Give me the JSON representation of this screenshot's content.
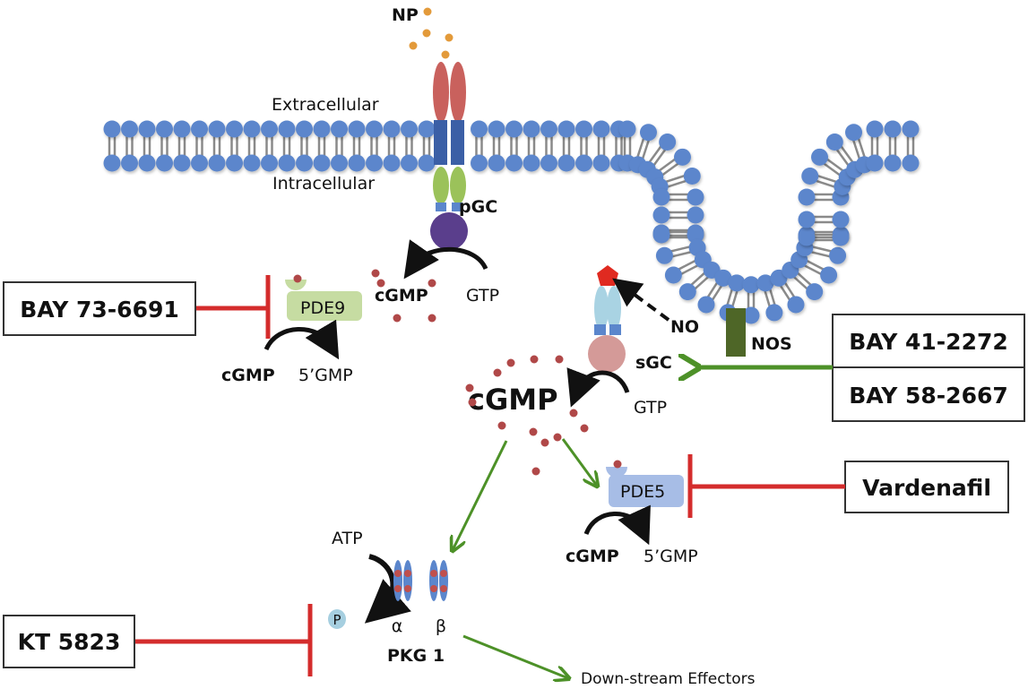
{
  "title": "cGMP signaling pathway and pharmacological modulators",
  "colors": {
    "lipid_head": "#5b86cc",
    "lipid_tail": "#8a8a8a",
    "np_ligand": "#e39a3a",
    "receptor_extracellular": "#c9615d",
    "receptor_transmembrane": "#3b5fa6",
    "receptor_intracellular": "#9bc25a",
    "pgc_catalytic": "#5a3e8c",
    "cgmp_dot": "#b04848",
    "pde9_fill": "#c6dca2",
    "pde5_fill": "#a7bde6",
    "sgc_heme": "#e02a20",
    "sgc_subunit": "#a9d3e3",
    "sgc_catalytic": "#d49a98",
    "nos": "#4e6627",
    "activation_arrow": "#4d9128",
    "inhibition_line": "#d42c2c",
    "phosphate": "#a6cfe0"
  },
  "labels": {
    "np": "NP",
    "extracellular": "Extracellular",
    "intracellular": "Intracellular",
    "pgc": "pGC",
    "cgmp_pgc": "cGMP",
    "gtp_pgc": "GTP",
    "pde9": "PDE9",
    "pde9_substrate": "cGMP",
    "pde9_product": "5’GMP",
    "no": "NO",
    "nos": "NOS",
    "sgc": "sGC",
    "gtp_sgc": "GTP",
    "cgmp_main": "cGMP",
    "pde5": "PDE5",
    "pde5_substrate": "cGMP",
    "pde5_product": "5’GMP",
    "atp": "ATP",
    "phosphate": "P",
    "alpha": "α",
    "beta": "β",
    "pkg": "PKG 1",
    "downstream": "Down-stream Effectors"
  },
  "drugs": {
    "pde9_inhibitor": "BAY 73-6691",
    "sgc_stimulator_1": "BAY 41-2272",
    "sgc_stimulator_2": "BAY 58-2667",
    "pde5_inhibitor": "Vardenafil",
    "pkg_inhibitor": "KT 5823"
  },
  "relations": [
    {
      "from": "BAY 73-6691",
      "to": "PDE9",
      "type": "inhibits"
    },
    {
      "from": "BAY 41-2272 / BAY 58-2667",
      "to": "sGC",
      "type": "activates"
    },
    {
      "from": "Vardenafil",
      "to": "PDE5",
      "type": "inhibits"
    },
    {
      "from": "KT 5823",
      "to": "PKG 1",
      "type": "inhibits"
    },
    {
      "from": "cGMP",
      "to": "PKG 1",
      "type": "activates"
    },
    {
      "from": "cGMP",
      "to": "PDE5",
      "type": "activates"
    },
    {
      "from": "PKG 1",
      "to": "Down-stream Effectors",
      "type": "activates"
    },
    {
      "from": "NO",
      "to": "sGC",
      "type": "binds"
    }
  ]
}
